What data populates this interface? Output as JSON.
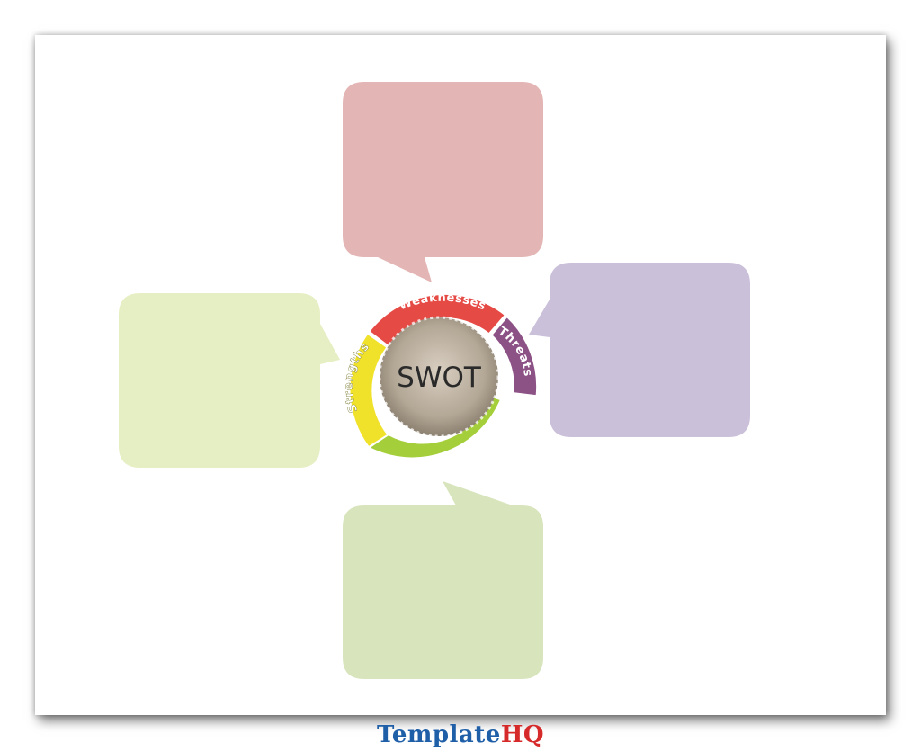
{
  "diagram": {
    "center_label": "SWOT",
    "segments": [
      {
        "key": "weaknesses",
        "label": "Weaknesses",
        "color": "#e64a45",
        "callout_color": "#e3b5b4"
      },
      {
        "key": "threats",
        "label": "Threats",
        "color": "#8c5185",
        "callout_color": "#cbc0da"
      },
      {
        "key": "opportunities",
        "label": "",
        "color": "#a5cf3a",
        "callout_color": "#d7e4bc"
      },
      {
        "key": "strengths",
        "label": "Strengths",
        "color": "#f0e22b",
        "callout_color": "#e6efc3"
      }
    ]
  },
  "brand": {
    "part1": "Template",
    "part2": "HQ"
  }
}
